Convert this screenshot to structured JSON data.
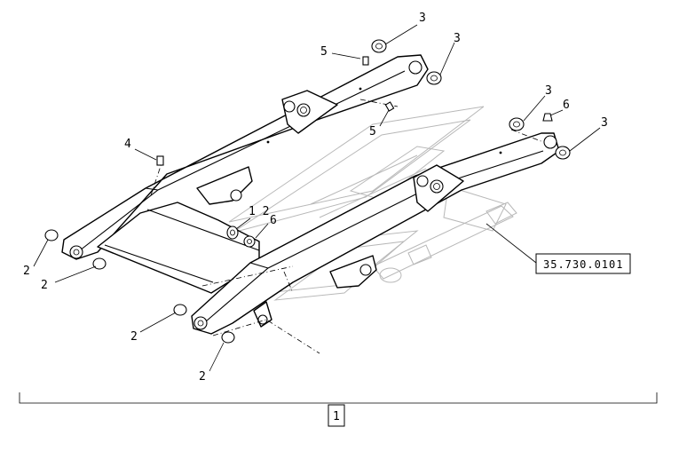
{
  "diagram": {
    "callouts": {
      "c3a": "3",
      "c3b": "3",
      "c5a": "5",
      "c5b": "5",
      "c4": "4",
      "c3c": "3",
      "c6a": "6",
      "c3d": "3",
      "c12": "1 2",
      "c6b": "6",
      "c2a": "2",
      "c2b": "2",
      "c2c": "2",
      "c2d": "2"
    },
    "reference": "35.730.0101",
    "assembly_number": "1"
  }
}
